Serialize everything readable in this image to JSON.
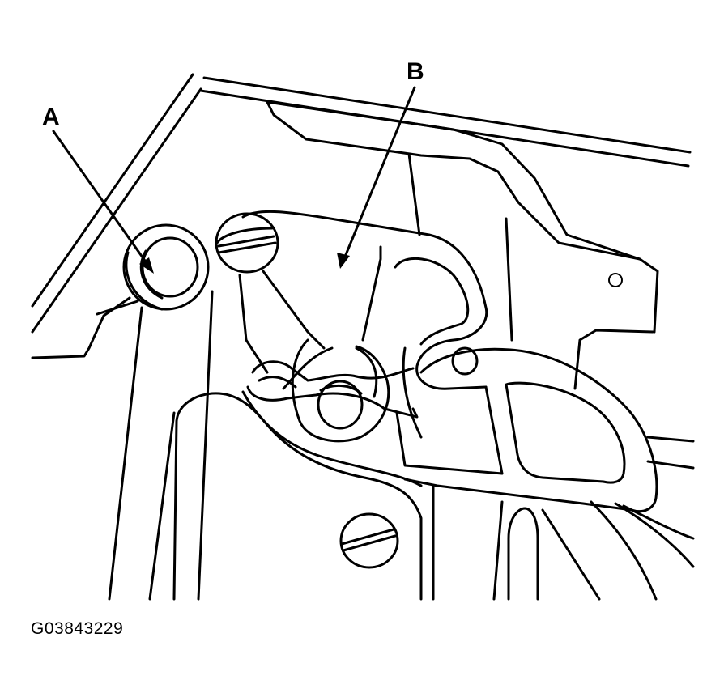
{
  "callouts": {
    "a": "A",
    "b": "B"
  },
  "figure_code": "G03843229",
  "colors": {
    "line": "#000000",
    "background": "#ffffff"
  }
}
